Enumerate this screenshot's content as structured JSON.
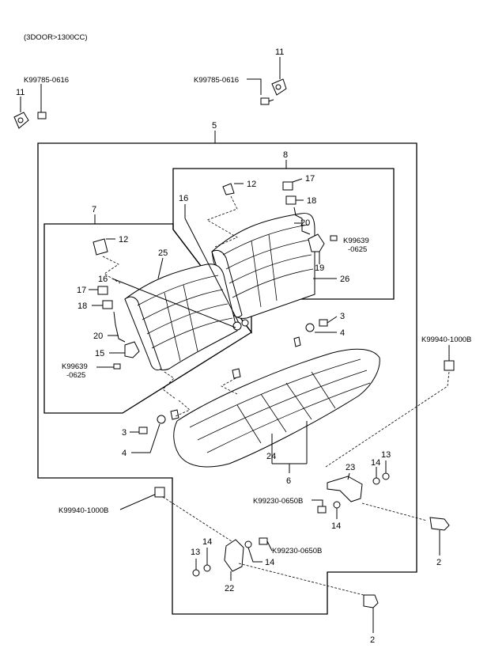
{
  "header_note": "(3DOOR>1300CC)",
  "labels": {
    "l2a": "2",
    "l2b": "2",
    "l3a": "3",
    "l3b": "3",
    "l4a": "4",
    "l4b": "4",
    "l5": "5",
    "l6": "6",
    "l7": "7",
    "l8": "8",
    "l11a": "11",
    "l11b": "11",
    "l12a": "12",
    "l12b": "12",
    "l13a": "13",
    "l13b": "13",
    "l14a": "14",
    "l14b": "14",
    "l14c": "14",
    "l14d": "14",
    "l15": "15",
    "l16a": "16",
    "l16b": "16",
    "l17a": "17",
    "l17b": "17",
    "l18a": "18",
    "l18b": "18",
    "l19": "19",
    "l20a": "20",
    "l20b": "20",
    "l22": "22",
    "l23": "23",
    "l24": "24",
    "l25": "25",
    "l26": "26"
  },
  "codes": {
    "k99785_left": "K99785-0616",
    "k99785_right": "K99785-0616",
    "k99639_right_a": "K99639",
    "k99639_right_b": "-0625",
    "k99639_left_a": "K99639",
    "k99639_left_b": "-0625",
    "k99940_right": "K99940-1000B",
    "k99940_left": "K99940-1000B",
    "k99230_upper": "K99230-0650B",
    "k99230_lower": "K99230-0650B"
  }
}
